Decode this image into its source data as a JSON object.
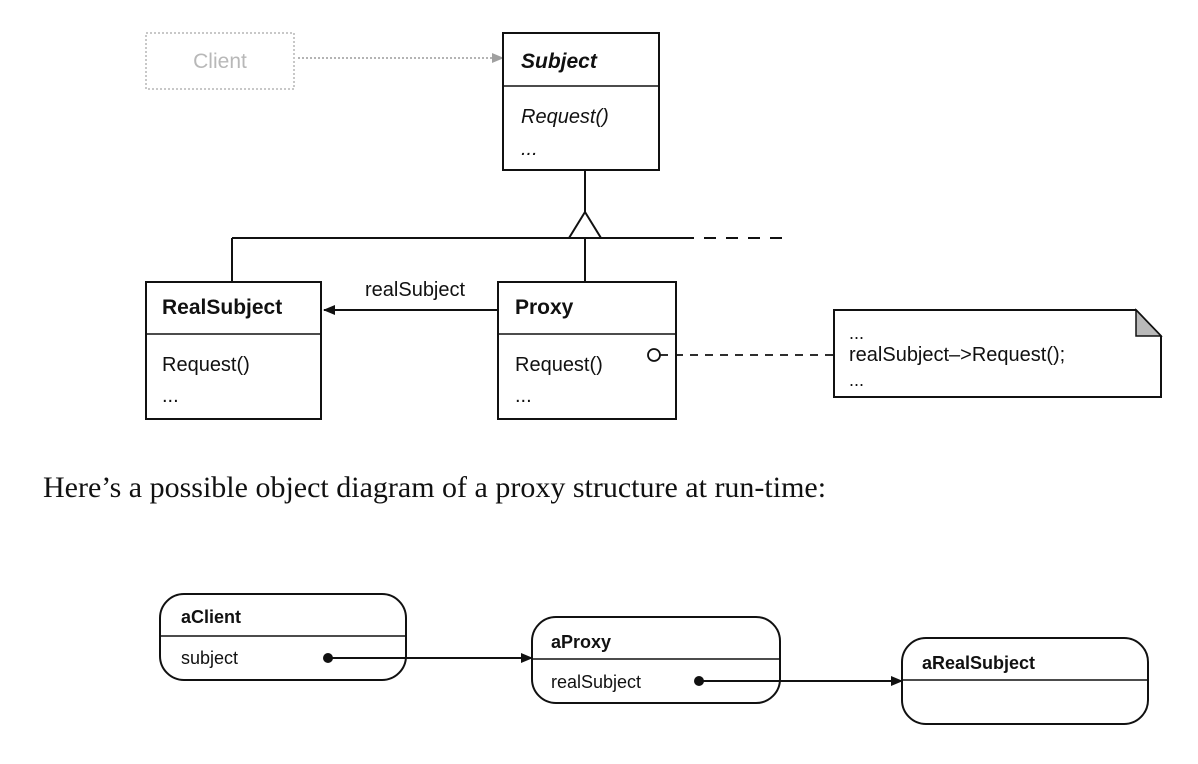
{
  "class_diagram": {
    "client": {
      "label": "Client"
    },
    "subject": {
      "name": "Subject",
      "operations": [
        "Request()",
        "..."
      ]
    },
    "real_subject": {
      "name": "RealSubject",
      "operations": [
        "Request()",
        "..."
      ]
    },
    "proxy": {
      "name": "Proxy",
      "operations": [
        "Request()",
        "..."
      ]
    },
    "association_label": "realSubject",
    "note": {
      "lines": [
        "...",
        "realSubject–>Request();",
        "..."
      ]
    }
  },
  "caption": "Here’s a possible object diagram of a proxy structure at run-time:",
  "object_diagram": {
    "a_client": {
      "name": "aClient",
      "field": "subject"
    },
    "a_proxy": {
      "name": "aProxy",
      "field": "realSubject"
    },
    "a_real_subject": {
      "name": "aRealSubject"
    }
  }
}
